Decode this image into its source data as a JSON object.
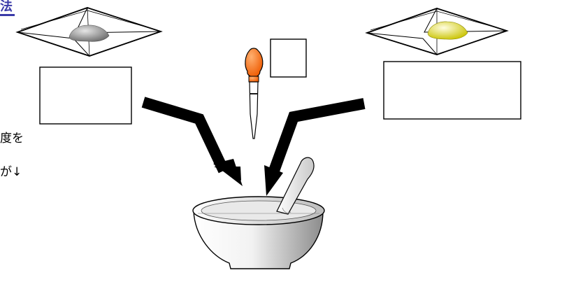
{
  "text_fragments": {
    "title": "法",
    "line1": "度を",
    "line2": "が↓"
  },
  "labels": {
    "left_box": "",
    "right_box": "",
    "dropper_box": ""
  },
  "colors": {
    "powder_left": "#8a8a8a",
    "powder_right": "#e3df1a",
    "dropper_bulb": "#ff6a00",
    "arrow": "#000000",
    "title_text": "#3a3aa8"
  }
}
